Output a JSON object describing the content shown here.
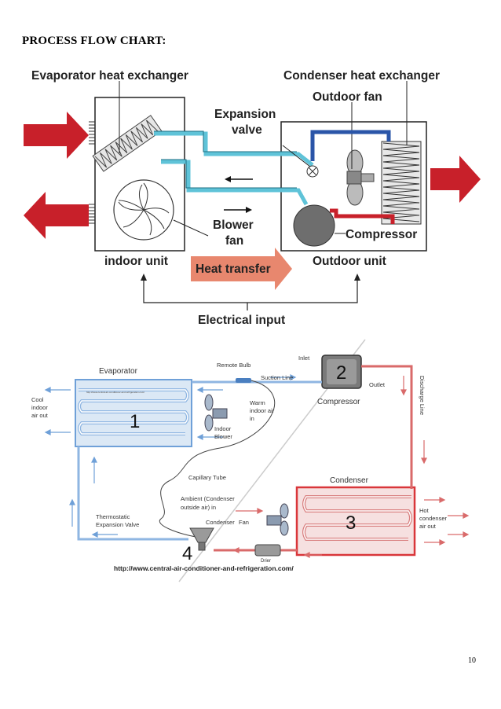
{
  "page": {
    "heading": "PROCESS FLOW CHART:",
    "page_number": "10"
  },
  "diagram1": {
    "evaporator_label": "Evaporator heat exchanger",
    "condenser_label": "Condenser heat exchanger",
    "outdoor_fan_label": "Outdoor fan",
    "expansion_valve_label_1": "Expansion",
    "expansion_valve_label_2": "valve",
    "blower_fan_label_1": "Blower",
    "blower_fan_label_2": "fan",
    "compressor_label": "Compressor",
    "indoor_unit_label": "indoor unit",
    "heat_transfer_label": "Heat transfer",
    "outdoor_unit_label": "Outdoor unit",
    "electrical_input_label": "Electrical input"
  },
  "diagram2": {
    "evaporator_label": "Evaporator",
    "remote_bulb_label": "Remote Bulb",
    "suction_line_label": "Suction Line",
    "inlet_label": "Inlet",
    "outlet_label": "Outlet",
    "compressor_label": "Compressor",
    "discharge_line_label": "Discharge Line",
    "evaporator_url_small": "http://www.central-air-conditioner-and-refrigeration.com/",
    "cool_air_label_1": "Cool",
    "cool_air_label_2": "indoor",
    "cool_air_label_3": "air out",
    "warm_air_label_1": "Warm",
    "warm_air_label_2": "indoor air",
    "warm_air_label_3": "in",
    "indoor_blower_label_1": "Indoor",
    "indoor_blower_label_2": "Blower",
    "capillary_tube_label": "Capillary Tube",
    "condenser_label": "Condenser",
    "ambient_label_1": "Ambient (Condenser",
    "ambient_label_2": "outside air) in",
    "condenser_fan_label_1": "Condenser",
    "condenser_fan_label_2": "Fan",
    "thermostatic_label_1": "Thermostatic",
    "thermostatic_label_2": "Expansion Valve",
    "hot_air_label_1": "Hot",
    "hot_air_label_2": "condenser",
    "hot_air_label_3": "air out",
    "drier_label": "Drier",
    "num_1": "1",
    "num_2": "2",
    "num_3": "3",
    "num_4": "4",
    "source_url": "http://www.central-air-conditioner-and-refrigeration.com/"
  },
  "colors": {
    "red_arrow": "#c8202a",
    "heat_transfer_arrow": "#e8876e",
    "cyan_pipe": "#5fc3d8",
    "blue_pipe": "#2a55a8",
    "condenser_red": "#d9363a",
    "evaporator_blue": "#6fa0d8"
  }
}
